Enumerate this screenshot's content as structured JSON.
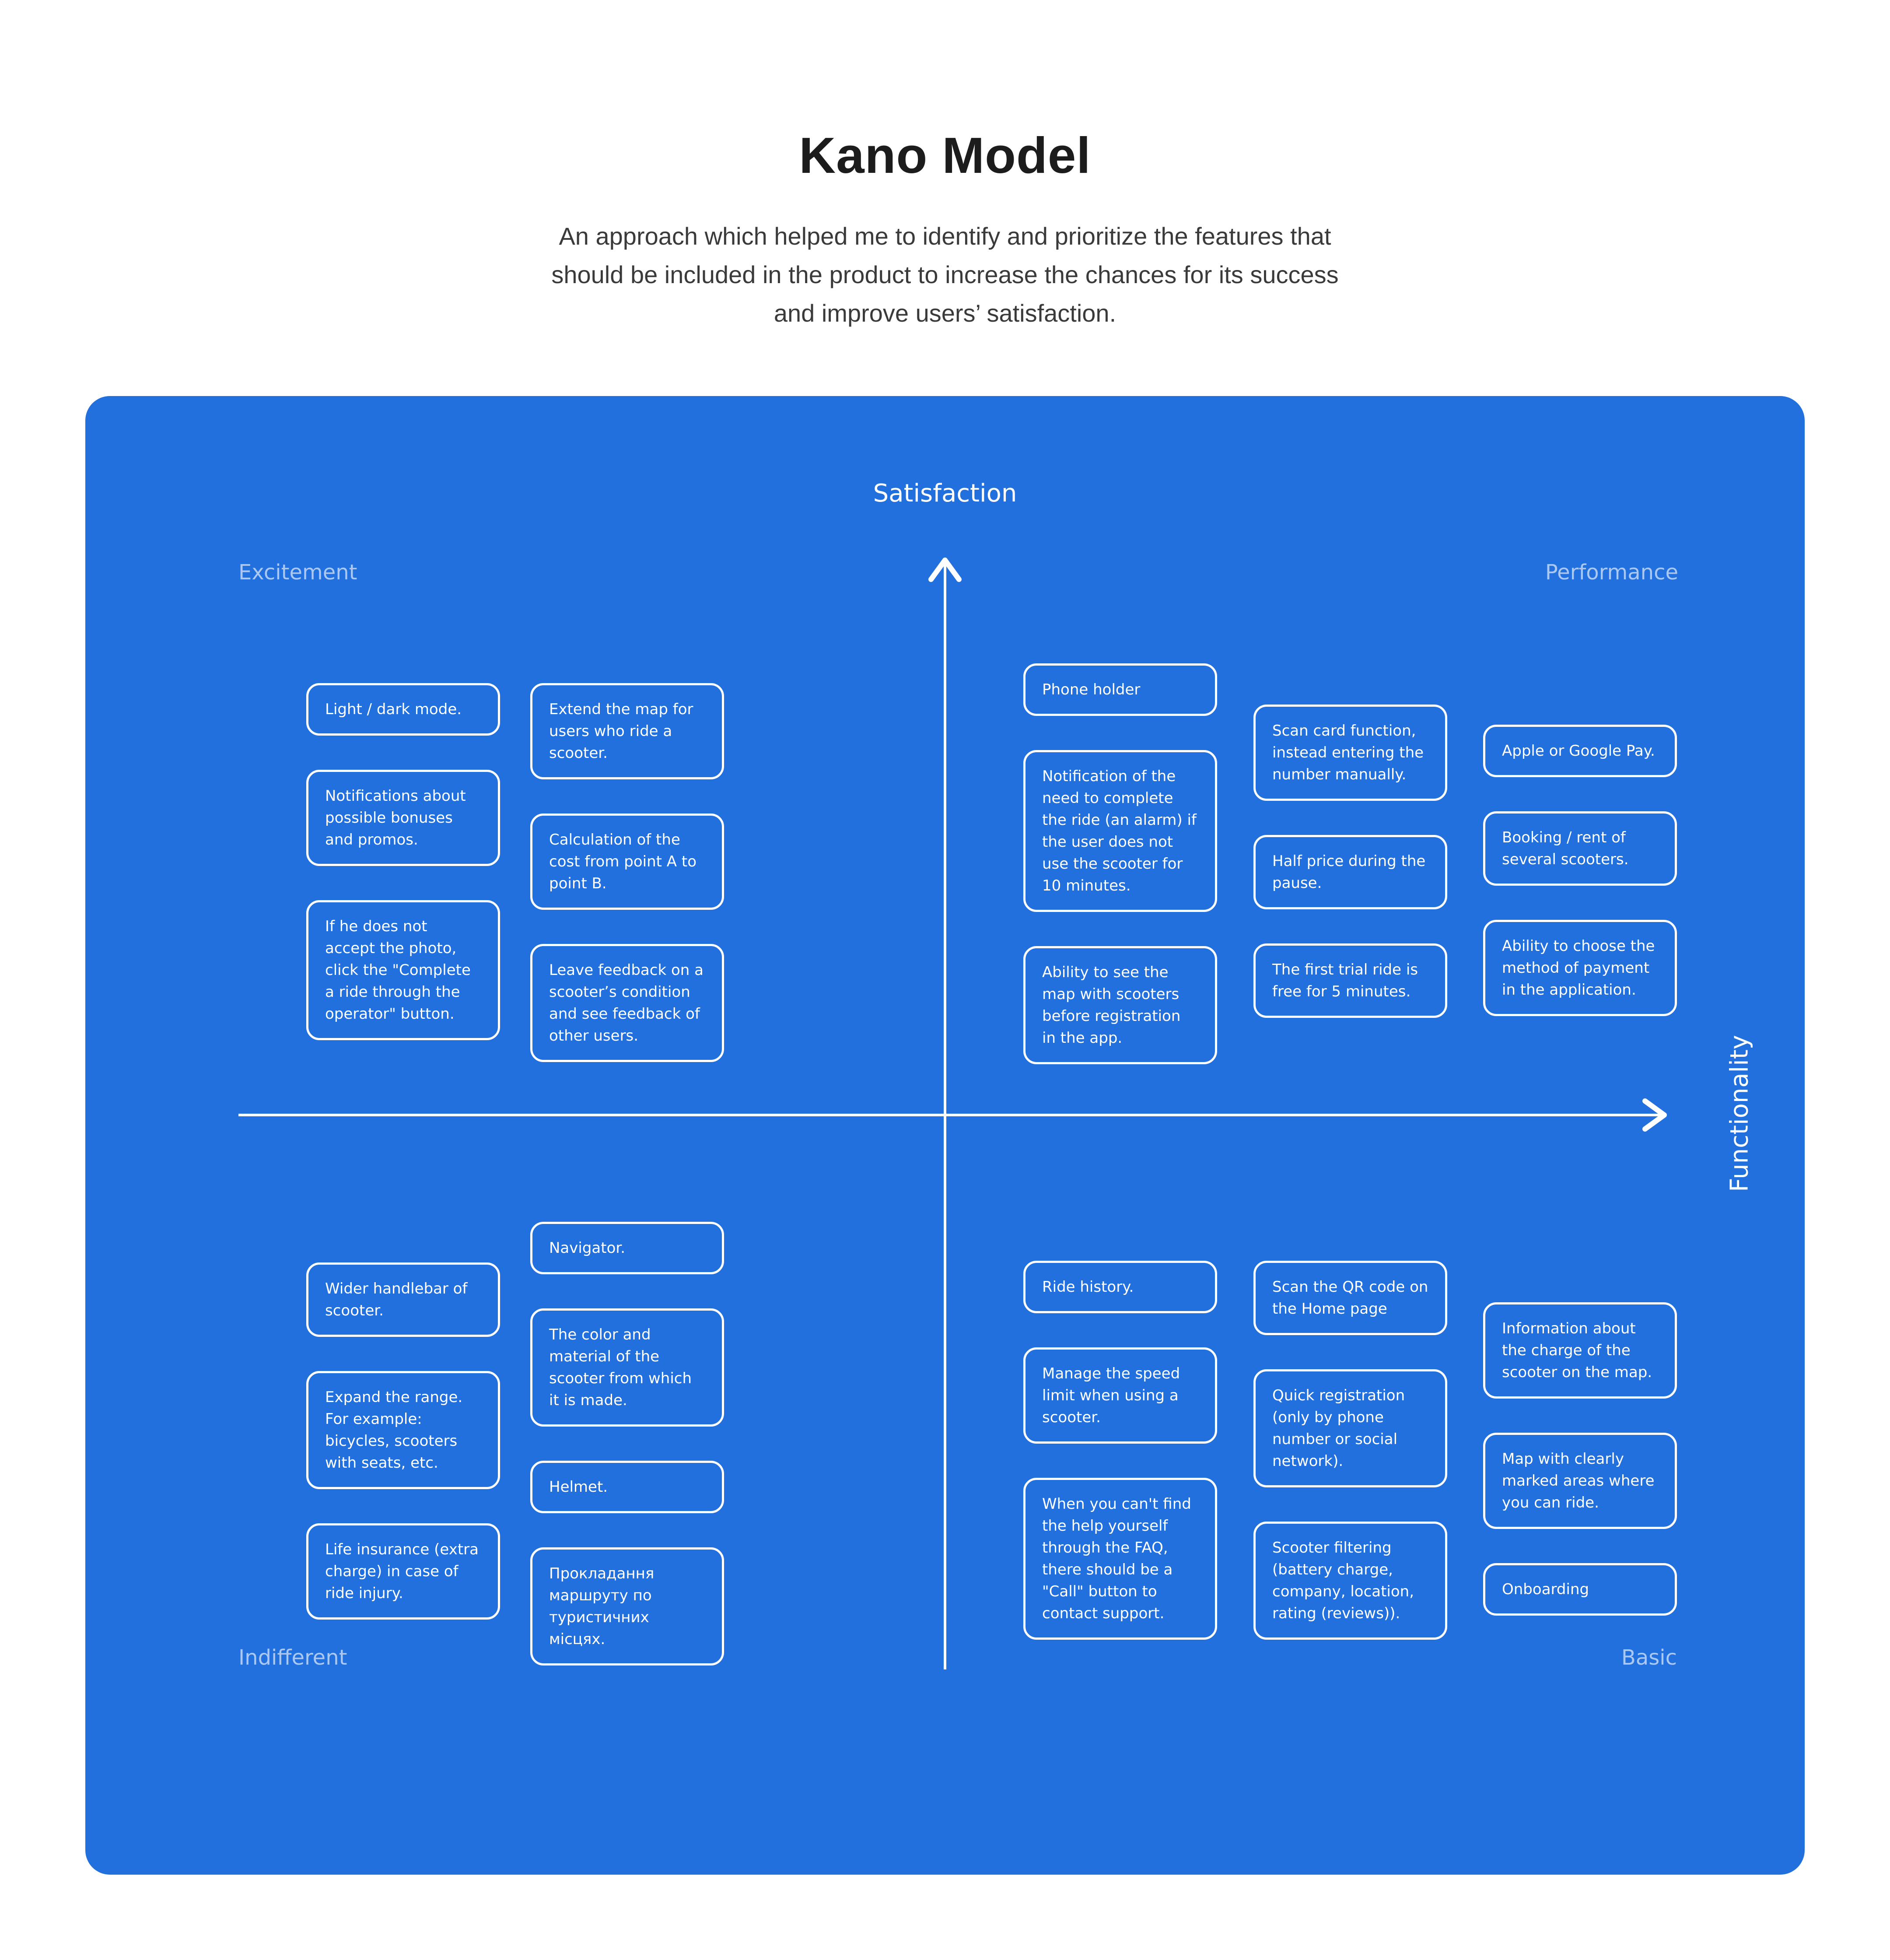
{
  "header": {
    "title": "Kano Model",
    "subtitle_lines": [
      "An approach which helped me to identify and prioritize the features that",
      "should be included in the product to increase the chances for its success",
      "and improve users’ satisfaction."
    ]
  },
  "diagram": {
    "y_axis_label": "Satisfaction",
    "x_axis_label": "Functionality",
    "colors": {
      "panel_blue": "#2170DD",
      "card_border": "#FFFFFF",
      "card_text": "#FFFFFF",
      "axis": "#FFFFFF",
      "quadrant_label": "#B9CDF0",
      "title_text": "#1C1C1C",
      "subtitle_text": "#3A3A3A",
      "page_background": "#FFFFFF"
    },
    "quadrants": {
      "excitement": {
        "label": "Excitement",
        "columns": [
          [
            "Light / dark mode.",
            "Notifications about possible bonuses and promos.",
            "If he does not accept the photo, click the \"Complete a ride through the operator\" button."
          ],
          [
            "Extend the map for users who ride a scooter.",
            "Calculation of the cost from point A to point B.",
            "Leave feedback on a scooter’s condition and see feedback of other users."
          ]
        ]
      },
      "performance": {
        "label": "Performance",
        "columns": [
          [
            "Phone holder",
            "Notification of the need to complete the ride (an alarm) if the user does not use the scooter for 10 minutes.",
            "Ability to see the map with scooters before registration in the app."
          ],
          [
            "Scan card function, instead entering the number manually.",
            "Half price during the pause.",
            "The first trial ride is free for 5 minutes."
          ],
          [
            "Apple or Google Pay.",
            "Booking / rent of several scooters.",
            "Ability to choose the method of payment in the application."
          ]
        ]
      },
      "indifferent": {
        "label": "Indifferent",
        "columns": [
          [
            "Wider handlebar of scooter.",
            "Expand the range. For example: bicycles, scooters with seats, etc.",
            "Life insurance (extra charge) in case of ride injury."
          ],
          [
            "Navigator.",
            "The color and material of the scooter from which it is made.",
            "Helmet.",
            "Прокладання маршруту по туристичних місцях."
          ]
        ]
      },
      "basic": {
        "label": "Basic",
        "columns": [
          [
            "Ride history.",
            "Manage the speed limit when using a scooter.",
            "When you can't find the help yourself through the FAQ, there should be a \"Call\" button to contact support."
          ],
          [
            "Scan the QR code on the Home page",
            "Quick registration (only by phone number or social network).",
            "Scooter filtering (battery charge, company, location, rating (reviews))."
          ],
          [
            "Information about the charge of the scooter on the map.",
            "Map with clearly marked areas where you can ride.",
            "Onboarding"
          ]
        ]
      }
    }
  }
}
